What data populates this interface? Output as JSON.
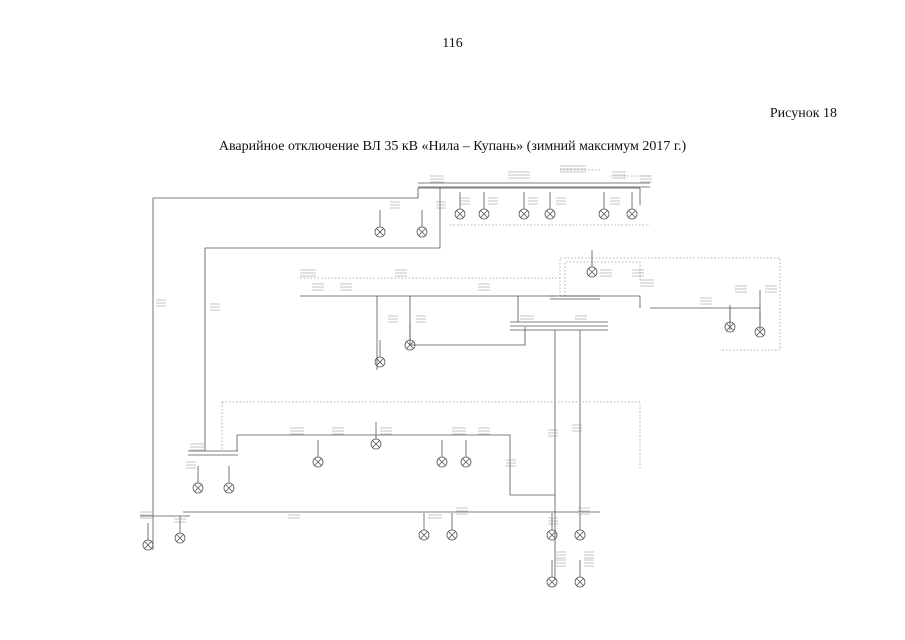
{
  "page_number": "116",
  "figure_label": "Рисунок 18",
  "caption": "Аварийное отключение ВЛ 35 кВ «Нила – Купань» (зимний максимум 2017 г.)",
  "colors": {
    "line": "#555555",
    "dotted": "#9a9a9a",
    "text": "#111111",
    "background": "#ffffff"
  },
  "icons": {
    "generator": "circle-with-cross-glyph"
  }
}
